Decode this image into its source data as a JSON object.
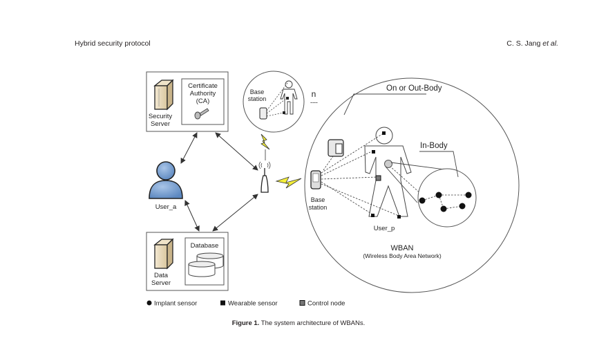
{
  "header": {
    "running_title": "Hybrid security protocol",
    "authors": "C. S. Jang",
    "authors_suffix": "et al."
  },
  "figure": {
    "security_server": {
      "label_line1": "Security",
      "label_line2": "Server",
      "ca_line1": "Certificate",
      "ca_line2": "Authority",
      "ca_line3": "(CA)",
      "icon": "key-icon"
    },
    "user_a": {
      "label": "User_a",
      "icon": "user-icon"
    },
    "data_server": {
      "label_line1": "Data",
      "label_line2": "Server",
      "database_label": "Database",
      "icon": "database-icon"
    },
    "access_point": {
      "icon": "antenna-icon"
    },
    "remote_ban": {
      "base_station_line1": "Base",
      "base_station_line2": "station",
      "n_label": "n",
      "ellipsis": "......"
    },
    "wban": {
      "on_out_body_label": "On or Out-Body",
      "in_body_label": "In-Body",
      "base_station_line1": "Base",
      "base_station_line2": "station",
      "user_label": "User_p",
      "title": "WBAN",
      "subtitle": "(Wireless Body Area Network)"
    },
    "legend": [
      {
        "marker": "circle",
        "label": "Implant sensor"
      },
      {
        "marker": "square",
        "label": "Wearable sensor"
      },
      {
        "marker": "square-outline",
        "label": "Control node"
      }
    ],
    "colors": {
      "user_fill": "#6f97c9",
      "lightning": "#f4ef3a",
      "server": "#e9dcc0"
    }
  },
  "caption": {
    "label": "Figure 1.",
    "text": " The system architecture of WBANs."
  }
}
